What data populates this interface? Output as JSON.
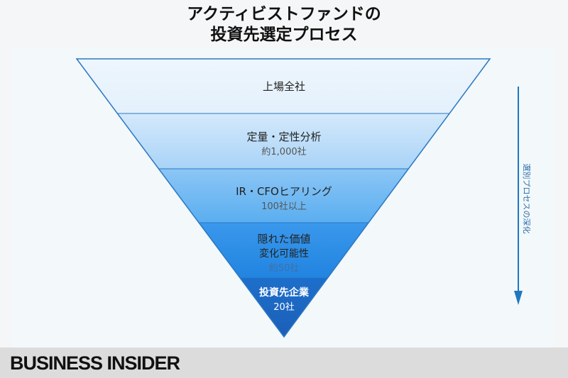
{
  "title": {
    "line1": "アクティビストファンドの",
    "line2": "投資先選定プロセス"
  },
  "funnel": [
    {
      "label": "上場全社",
      "sub": "",
      "color_top": "#eef6fd",
      "color_bottom": "#e3f0fc"
    },
    {
      "label": "定量・定性分析",
      "sub": "約1,000社",
      "color_top": "#d4e9fb",
      "color_bottom": "#a9d3f7"
    },
    {
      "label": "IR・CFOヒアリング",
      "sub": "100社以上",
      "color_top": "#8cc6f5",
      "color_bottom": "#5aaef0"
    },
    {
      "label": "隠れた価値",
      "label2": "変化可能性",
      "sub": "約50社",
      "color_top": "#3a98ec",
      "color_bottom": "#2184e0"
    },
    {
      "label": "投資先企業",
      "sub": "20社",
      "color_top": "#1d6fcb",
      "color_bottom": "#1b5fb8"
    }
  ],
  "arrow": {
    "label": "選別プロセスの深化",
    "color": "#1f77c0"
  },
  "logo": "BUSINESS INSIDER"
}
